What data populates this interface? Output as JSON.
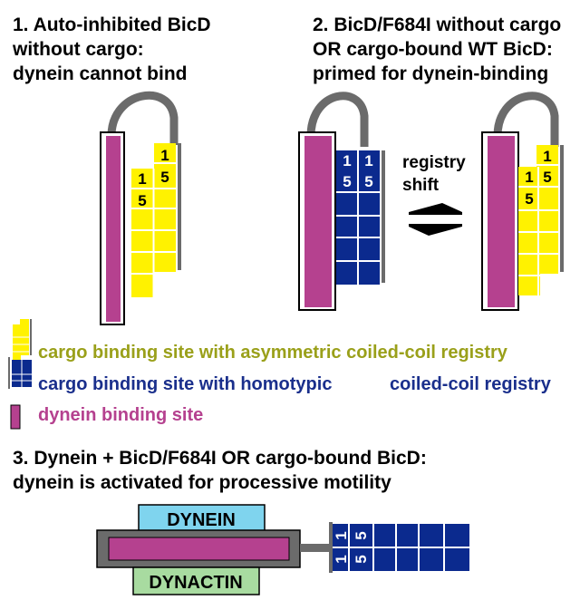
{
  "colors": {
    "magenta": "#b5418f",
    "yellow": "#fff200",
    "navy": "#0b2a8e",
    "gray": "#707070",
    "cyan": "#7fd4ee",
    "green": "#a8dba0",
    "olive": "#9aa01a",
    "legend_navy": "#1a2f8c",
    "legend_magenta": "#b5418f"
  },
  "panel1": {
    "heading": [
      "1. Auto-inhibited BicD",
      "without cargo:",
      "dynein cannot bind"
    ]
  },
  "panel2": {
    "heading": [
      "2. BicD/F684I without cargo",
      "OR cargo-bound WT BicD:",
      "primed for dynein-binding"
    ],
    "registry_label": [
      "registry",
      "shift"
    ]
  },
  "legend": {
    "asymmetric": "cargo binding site with asymmetric coiled-coil registry",
    "homotypic_a": "cargo binding site with homotypic",
    "homotypic_b": "coiled-coil registry",
    "dynein_site": "dynein binding site"
  },
  "panel3": {
    "heading": [
      "3. Dynein + BicD/F684I  OR cargo-bound BicD:",
      "dynein is activated for processive motility"
    ],
    "dynein": "DYNEIN",
    "dynactin": "DYNACTIN"
  },
  "registry_digits": {
    "one": "1",
    "five": "5"
  }
}
